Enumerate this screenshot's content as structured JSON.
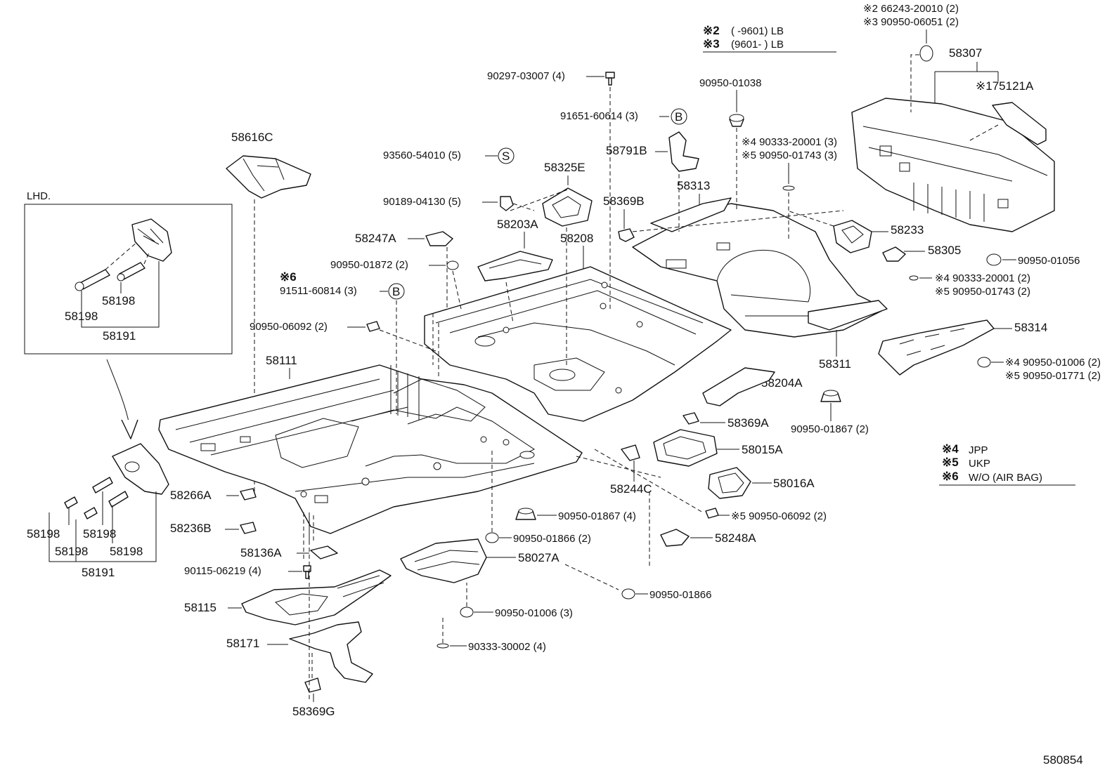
{
  "legend_lb": {
    "row2": {
      "mark": "※2",
      "text": "(        -9601) LB"
    },
    "row3": {
      "mark": "※3",
      "text": "(9601-        ) LB"
    }
  },
  "legend_region": {
    "row4": {
      "mark": "※4",
      "text": "JPP"
    },
    "row5": {
      "mark": "※5",
      "text": "UKP"
    },
    "row6": {
      "mark": "※6",
      "text": "W/O (AIR BAG)"
    }
  },
  "inset": {
    "title": "LHD."
  },
  "figure_number": "580854",
  "labels": {
    "p66243": "※2  66243-20010 (2)",
    "p90950_06051": "※3  90950-06051 (2)",
    "p58307": "58307",
    "p175121A": "※175121A",
    "p90297": "90297-03007 (4)",
    "p90950_01038": "90950-01038",
    "p91651": "91651-60614 (3)",
    "mark_b1": "B",
    "p90333_20001_a": "※4 90333-20001 (3)",
    "p90950_01743_a": "※5 90950-01743 (3)",
    "p58616C": "58616C",
    "p58791B": "58791B",
    "p93560": "93560-54010 (5)",
    "mark_s": "S",
    "p58325E": "58325E",
    "p58313": "58313",
    "p90189": "90189-04130 (5)",
    "p58369B": "58369B",
    "p58233": "58233",
    "p58247A": "58247A",
    "p58203A": "58203A",
    "p58208": "58208",
    "p58305": "58305",
    "p90950_01056": "90950-01056",
    "p90950_01872": "90950-01872 (2)",
    "p90333_20001_b": "※4 90333-20001 (2)",
    "p90950_01743_b": "※5 90950-01743 (2)",
    "mark6": "※6",
    "p91511": "91511-60814 (3)",
    "mark_b2": "B",
    "p90950_06092_a": "90950-06092 (2)",
    "p58314": "58314",
    "p90950_01006_a": "※4 90950-01006 (2)",
    "p90950_01771": "※5 90950-01771 (2)",
    "p58111": "58111",
    "p58311": "58311",
    "p58204A": "58204A",
    "p90950_01867_a": "90950-01867 (2)",
    "p58369A": "58369A",
    "p58015A": "58015A",
    "p58016A": "58016A",
    "p58244C": "58244C",
    "p58266A": "58266A",
    "p90950_01867_b": "90950-01867 (4)",
    "p90950_06092_b": "※5  90950-06092 (2)",
    "p58236B": "58236B",
    "p90950_01866_a": "90950-01866 (2)",
    "p58248A": "58248A",
    "p58136A": "58136A",
    "p58027A": "58027A",
    "p90115": "90115-06219 (4)",
    "p90950_01866_b": "90950-01866",
    "p58115": "58115",
    "p90950_01006_b": "90950-01006 (3)",
    "p58171": "58171",
    "p90333_30002": "90333-30002 (4)",
    "p58369G": "58369G",
    "lhd_58198_a": "58198",
    "lhd_58198_b": "58198",
    "lhd_58191": "58191",
    "low_58198_a": "58198",
    "low_58198_b": "58198",
    "low_58198_c": "58198",
    "low_58198_d": "58198",
    "low_58191": "58191"
  }
}
